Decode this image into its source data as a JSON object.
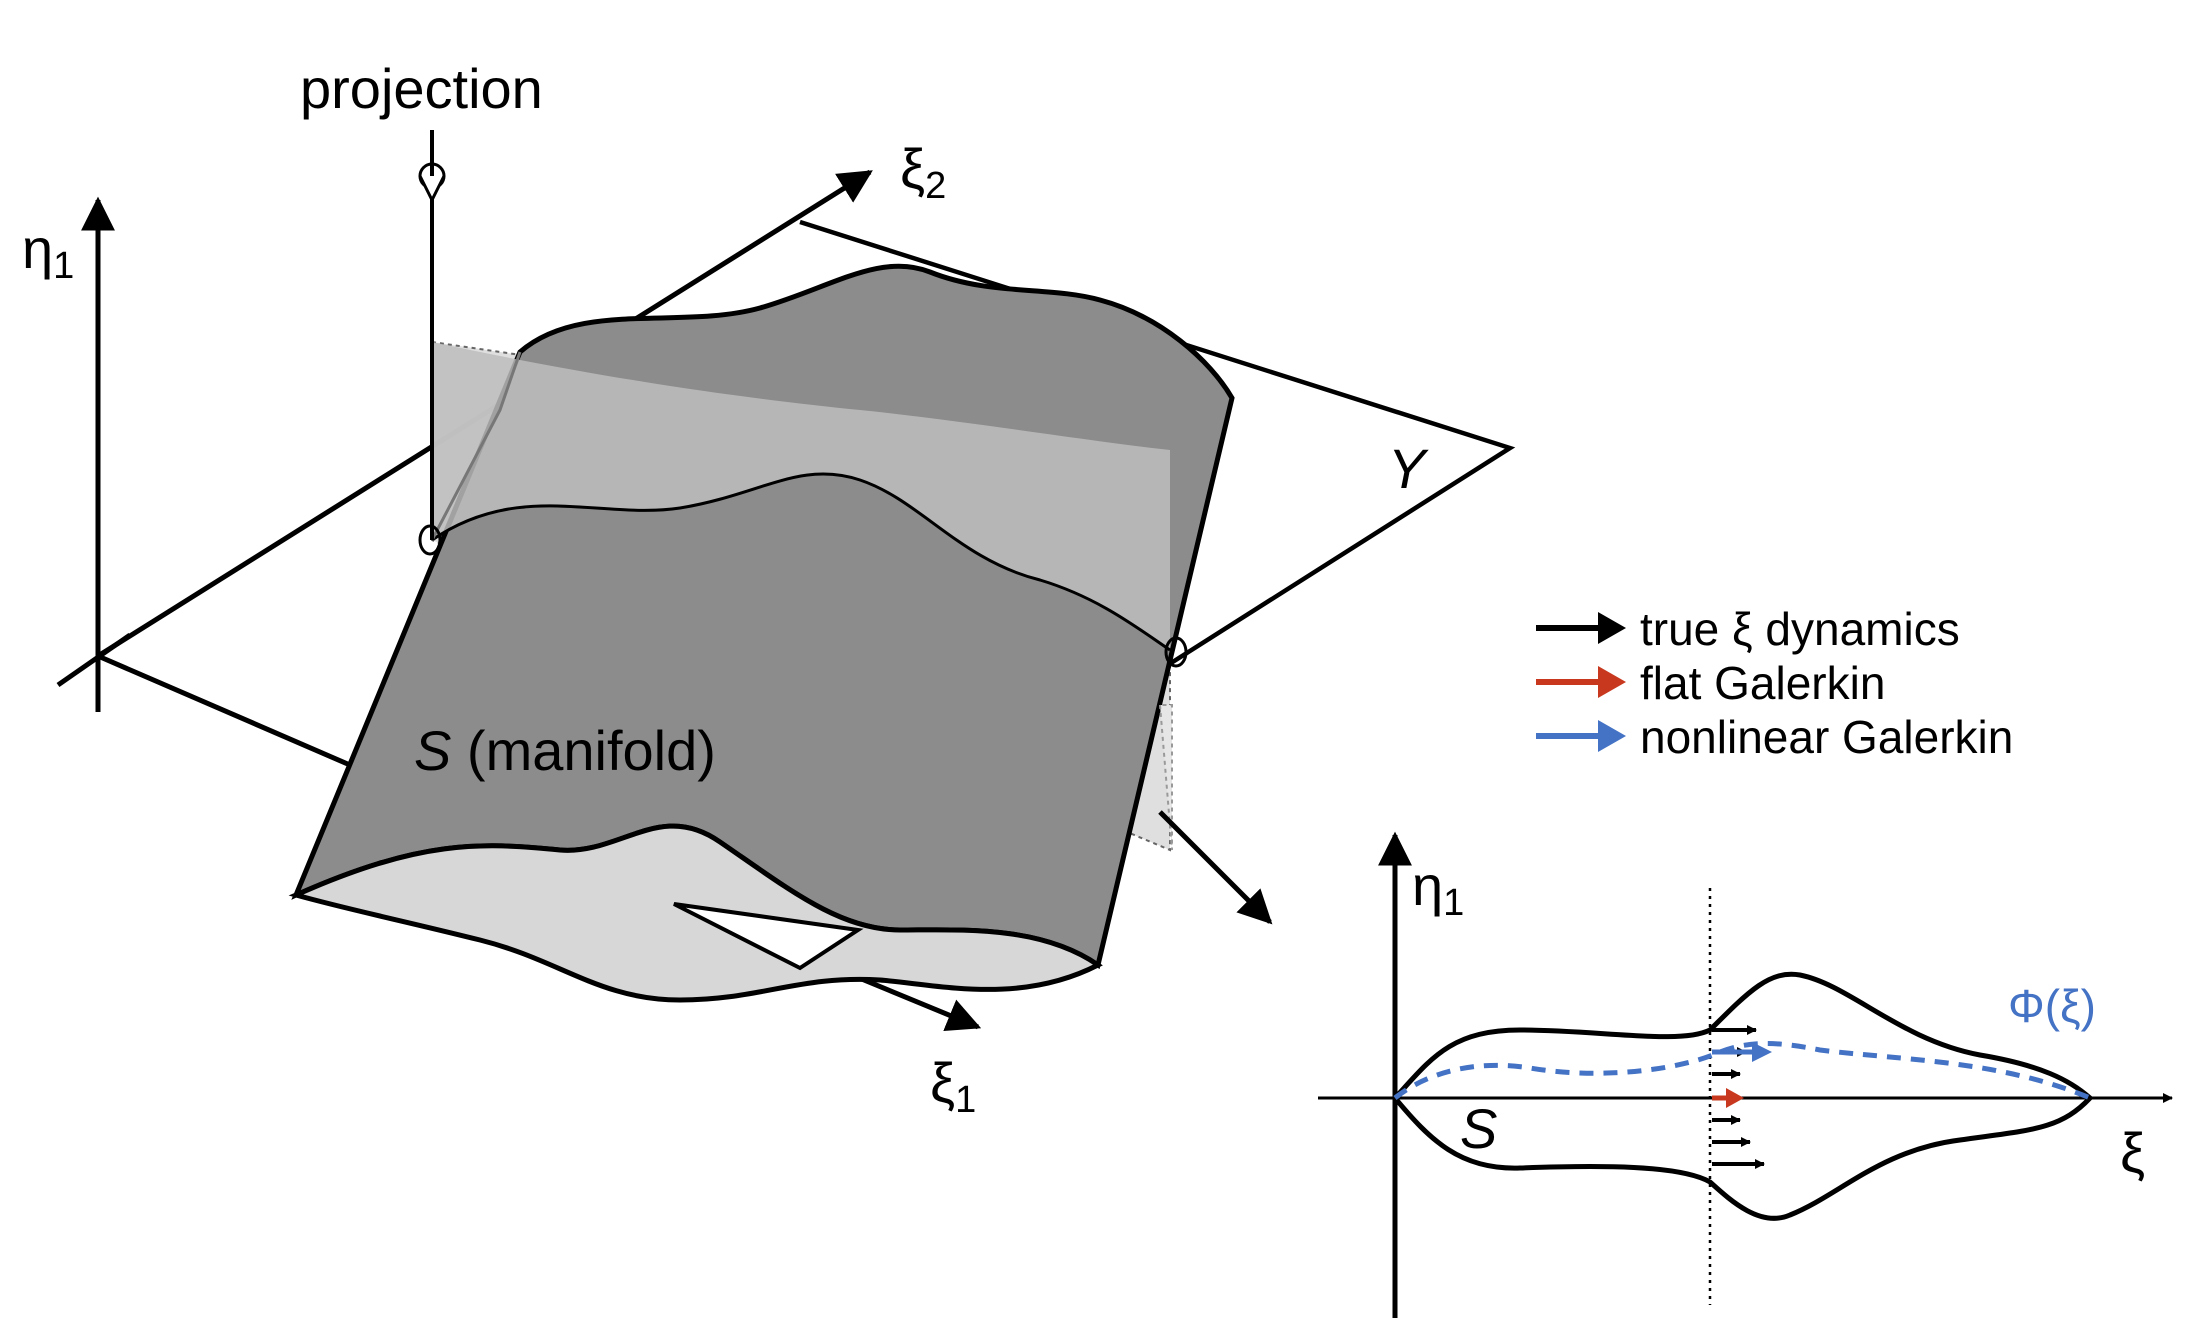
{
  "figure": {
    "projection_label": "projection",
    "eta1_main": {
      "symbol": "η",
      "sub": "1"
    },
    "xi2_main": {
      "symbol": "ξ",
      "sub": "2"
    },
    "xi1_main": {
      "symbol": "ξ",
      "sub": "1"
    },
    "plane_label": "Y",
    "manifold_symbol": "S",
    "manifold_text": " (manifold)"
  },
  "legend": {
    "items": [
      {
        "label": "true ξ dynamics",
        "color": "#000000"
      },
      {
        "label": "flat Galerkin",
        "color": "#c8381e"
      },
      {
        "label": "nonlinear Galerkin",
        "color": "#4472c4"
      }
    ]
  },
  "inset": {
    "eta1": {
      "symbol": "η",
      "sub": "1"
    },
    "xi_label": "ξ",
    "s_label": "S",
    "phi_label": "Φ(ξ)",
    "phi_color": "#4472c4"
  }
}
